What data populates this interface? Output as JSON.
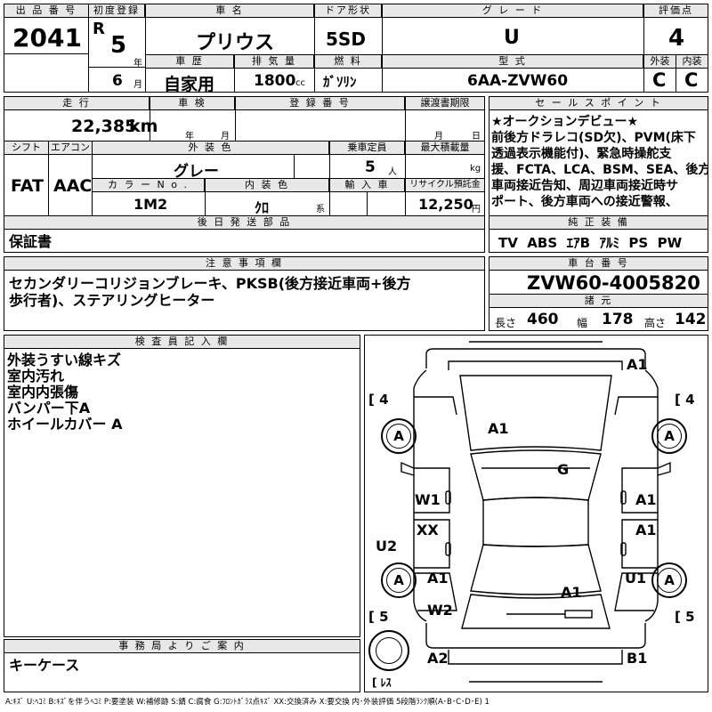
{
  "header": {
    "lot_no_label": "出 品 番 号",
    "lot_no": "2041",
    "first_reg_label": "初度登録",
    "era": "R",
    "reg_year": "5",
    "year_unit": "年",
    "reg_month": "6",
    "month_unit": "月",
    "car_name_label": "車 名",
    "car_name": "プリウス",
    "history_label": "車 歴",
    "history": "自家用",
    "displacement_label": "排 気 量",
    "displacement": "1800",
    "displacement_unit": "cc",
    "door_label": "ドア形状",
    "door": "5SD",
    "fuel_label": "燃 料",
    "fuel": "ｶﾞｿﾘﾝ",
    "grade_label": "グ レ ー ド",
    "grade": "U",
    "model_label": "型 式",
    "model": "6AA-ZVW60",
    "score_label": "評価点",
    "score": "4",
    "exterior_label": "外装",
    "exterior": "C",
    "interior_label": "内装",
    "interior": "C"
  },
  "mid": {
    "mileage_label": "走 行",
    "mileage": "22,385",
    "mileage_unit": "km",
    "inspection_label": "車 検",
    "insp_year_unit": "年",
    "insp_month_unit": "月",
    "regno_label": "登 録 番 号",
    "transfer_label": "譲渡書期限",
    "transfer_month_unit": "月",
    "transfer_day_unit": "日",
    "shift_label": "シフト",
    "shift": "FAT",
    "ac_label": "エアコン",
    "ac": "AAC",
    "color_label": "外 装 色",
    "color": "グレー",
    "capacity_label": "乗車定員",
    "capacity": "5",
    "capacity_unit": "人",
    "load_label": "最大積載量",
    "load_unit": "kg",
    "color_no_label": "カ ラ ー N o .",
    "color_no": "1M2",
    "int_color_label": "内 装 色",
    "int_color": "ｸﾛ",
    "int_color_unit": "系",
    "import_label": "輸 入 車",
    "recycle_label": "リサイクル預託金",
    "recycle": "12,250",
    "recycle_unit": "円",
    "later_label": "後 日 発 送 部 品",
    "later_items": "保証書"
  },
  "sales": {
    "label": "セ ー ル ス ポ イ ン ト",
    "lines": [
      "★オークションデビュー★",
      "前後方ドラレコ(SD欠)、PVM(床下",
      "透過表示機能付)、緊急時操舵支",
      "援、FCTA、LCA、BSM、SEA、後方",
      "車両接近告知、周辺車両接近時サ",
      "ポート、後方車両への接近警報、"
    ],
    "equip_label": "純 正 装 備",
    "equip": "TV  ABS  ｴｱB  ｱﾙﾐ  PS  PW"
  },
  "notes": {
    "label": "注 意 事 項 欄",
    "lines": [
      "セカンダリーコリジョンブレーキ、PKSB(後方接近車両+後方",
      "歩行者)、ステアリングヒーター"
    ]
  },
  "chassis": {
    "label": "車 台 番 号",
    "number": "ZVW60-4005820",
    "spec_label": "諸 元",
    "length_label": "長さ",
    "length": "460",
    "width_label": "幅",
    "width": "178",
    "height_label": "高さ",
    "height": "142"
  },
  "inspector": {
    "label": "検 査 員 記 入 欄",
    "lines": [
      "外装うすい線キズ",
      "室内汚れ",
      "室内内張傷",
      "バンパー下A",
      "ホイールカバー A"
    ]
  },
  "office": {
    "label": "事 務 局 よ り ご 案 内",
    "text": "キーケース"
  },
  "diagram": {
    "marks": {
      "front_bumper": "A1",
      "hood": "A1",
      "windshield": "G",
      "left_front_fender": "W1",
      "left_front_door": "XX",
      "left_rear_door": "A1",
      "left_rear_fender": "W2",
      "left_rocker": "U2",
      "right_front_fender": "A1",
      "right_front_door": "A1",
      "right_rear_fender": "U1",
      "trunk": "A1",
      "rear_left": "A2",
      "rear_right": "B1"
    },
    "tires": {
      "front_left": "A",
      "front_right": "A",
      "rear_left": "A",
      "rear_right": "A"
    },
    "tread": {
      "front_left": "4",
      "front_right": "4",
      "rear_left": "5",
      "rear_right": "5"
    },
    "spare_label": "ﾚｽ"
  },
  "legend": "A:ｷｽﾞ  U:ﾍｺﾐ  B:ｷｽﾞを伴うﾍｺﾐ  P:要塗装  W:補修跡  S:錆  C:腐食  G:ﾌﾛﾝﾄｶﾞﾗｽ点ｷｽﾞ  XX:交換済み  X:要交換  内･外装評価  5段階ﾗﾝｸ順(A･B･C･D･E) 1"
}
